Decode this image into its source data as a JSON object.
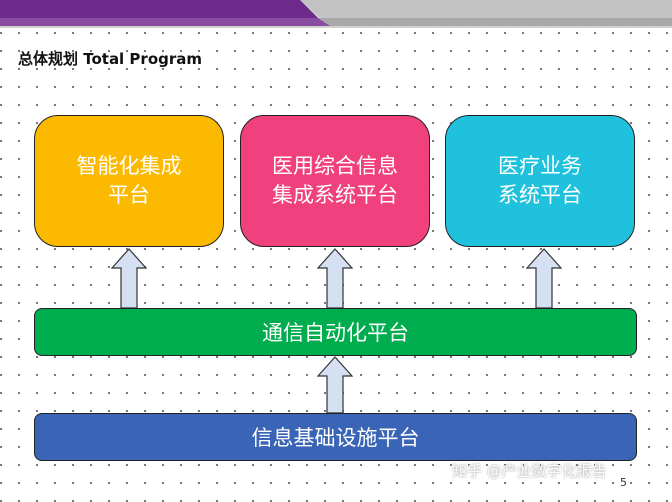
{
  "header": {
    "title": "总体规划 Total Program"
  },
  "platforms": {
    "intelligent": "智能化集成\n平台",
    "medical_info": "医用综合信息\n集成系统平台",
    "medical_business": "医疗业务\n系统平台",
    "communication": "通信自动化平台",
    "infrastructure": "信息基础设施平台"
  },
  "footer": {
    "watermark": "知乎 @产业数字化报告",
    "page_number": "5"
  },
  "colors": {
    "intelligent": "#fbb900",
    "medical_info": "#f0407e",
    "medical_business": "#1fc1dc",
    "communication": "#00ad4e",
    "infrastructure": "#3a64b6",
    "arrow_fill": "#d6e0f3",
    "band_purple": "#6e2a8a",
    "band_gray": "#c8c8c8"
  }
}
